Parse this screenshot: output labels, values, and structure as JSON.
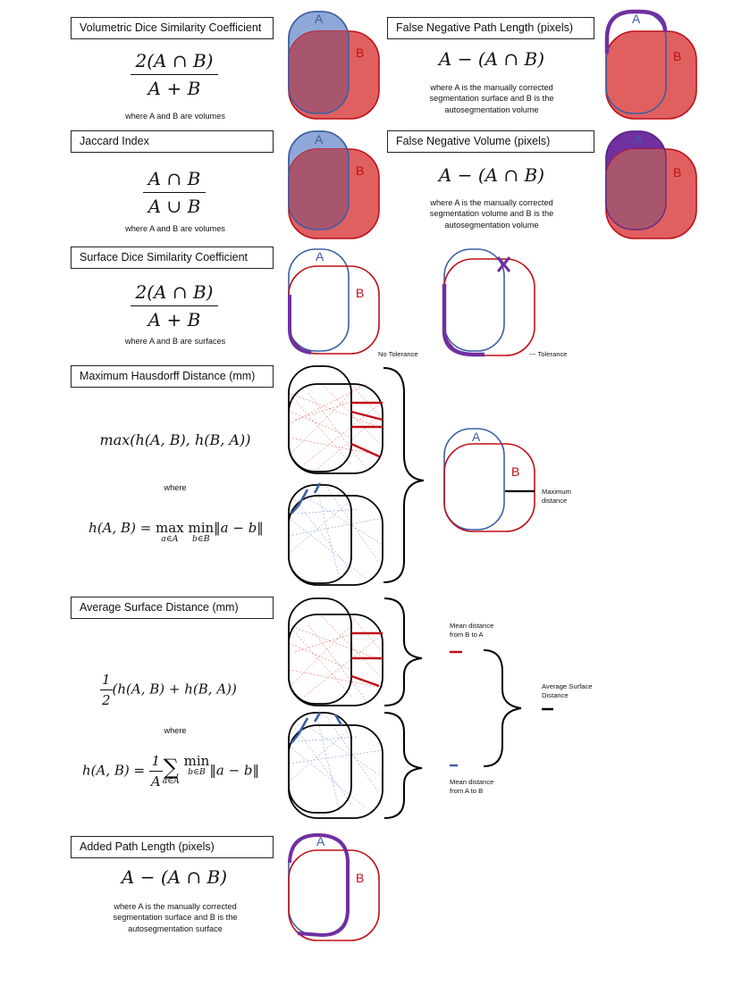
{
  "metrics": [
    {
      "title": "Volumetric Dice Similarity Coefficient",
      "formula_num": "2(A ∩ B)",
      "formula_den": "A + B",
      "note": "where A and B are volumes"
    },
    {
      "title": "Jaccard Index",
      "formula_num": "A ∩ B",
      "formula_den": "A ∪ B",
      "note": "where A and B are volumes"
    },
    {
      "title": "Surface Dice Similarity Coefficient",
      "formula_num": "2(A ∩ B)",
      "formula_den": "A + B",
      "note": "where A and B are surfaces"
    },
    {
      "title": "Maximum Hausdorff Distance (mm)",
      "formula": "max(h(A, B), h(B, A))",
      "where": "where",
      "formula2_lhs": "h(A, B) = ",
      "formula2_max": "max",
      "formula2_max_sub": "a∈A",
      "formula2_min": "min",
      "formula2_min_sub": "b∈B",
      "formula2_norm": "‖a − b‖"
    },
    {
      "title": "Average Surface Distance (mm)",
      "formula_frac_num": "1",
      "formula_frac_den": "2",
      "formula": "(h(A, B) + h(B, A))",
      "where": "where",
      "formula2_lhs": "h(A, B) = ",
      "formula2_frac_num": "1",
      "formula2_frac_den": "A",
      "formula2_sum": "∑",
      "formula2_sum_sub": "a∈A",
      "formula2_min": "min",
      "formula2_min_sub": "b∈B",
      "formula2_norm": "‖a − b‖"
    },
    {
      "title": "Added Path Length (pixels)",
      "formula": "A − (A ∩ B)",
      "note": "where A is the manually corrected segmentation surface and B is the autosegmentation surface"
    },
    {
      "title": "False Negative Path Length (pixels)",
      "formula": "A − (A ∩ B)",
      "note": "where A is the manually corrected segmentation surface and B is the autosegmentation volume"
    },
    {
      "title": "False Negative Volume (pixels)",
      "formula": "A − (A ∩ B)",
      "note": "where A is the manually corrected segmentation volume and B is the autosegmentation volume"
    }
  ],
  "labels": {
    "set_a": "A",
    "set_b": "B",
    "no_tolerance": "No Tolerance",
    "tolerance": "--- Tolerance",
    "maximum_distance": "Maximum distance",
    "mean_b_to_a": "Mean distance from B to A",
    "mean_a_to_b": "Mean distance from A to B",
    "average_surface_distance": "Average Surface Distance"
  },
  "colors": {
    "a_blue": "#3d5fa3",
    "a_fill": "#8fa8d8",
    "b_red": "#c00f17",
    "b_fill": "#e06060",
    "overlap": "#a8566e",
    "purple": "#7030a0"
  }
}
